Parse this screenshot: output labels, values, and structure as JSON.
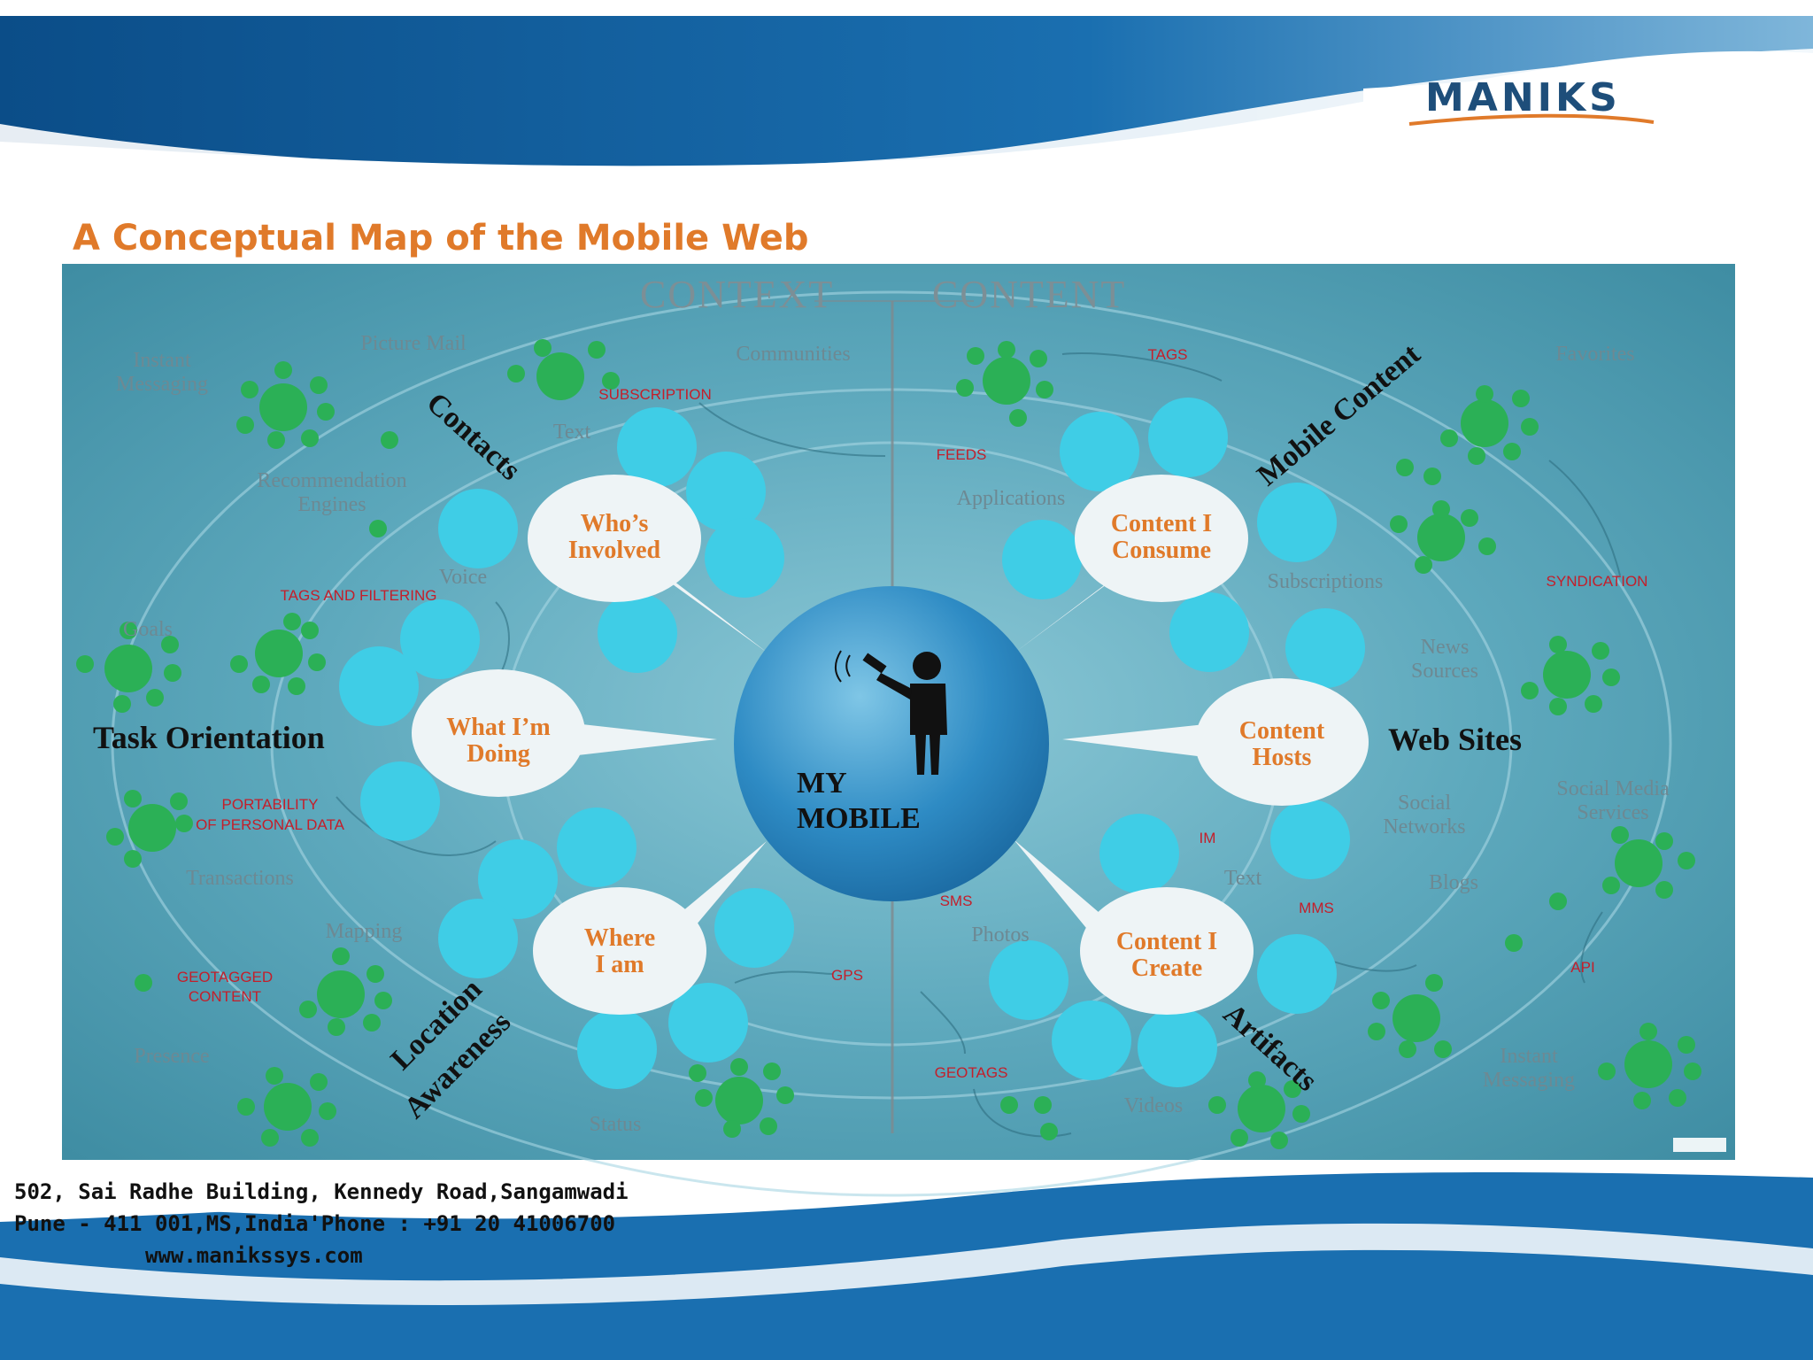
{
  "brand": {
    "logo": "MANIKS"
  },
  "slide_title": "A Conceptual Map of the Mobile Web",
  "diagram": {
    "half_labels": {
      "left": "CONTEXT",
      "right": "CONTENT"
    },
    "center": {
      "line1": "MY",
      "line2": "MOBILE"
    },
    "bubbles": {
      "whos_involved": [
        "Who’s",
        "Involved"
      ],
      "what_doing": [
        "What I’m",
        "Doing"
      ],
      "where_i_am": [
        "Where",
        "I am"
      ],
      "content_consume": [
        "Content I",
        "Consume"
      ],
      "content_hosts": [
        "Content",
        "Hosts"
      ],
      "content_create": [
        "Content I",
        "Create"
      ]
    },
    "categories": {
      "contacts": "Contacts",
      "task_orientation": "Task Orientation",
      "location_awareness": [
        "Location",
        "Awareness"
      ],
      "mobile_content": "Mobile Content",
      "web_sites": "Web Sites",
      "artifacts": "Artifacts"
    },
    "grey_labels": {
      "instant_messaging_left": [
        "Instant",
        "Messaging"
      ],
      "picture_mail": "Picture Mail",
      "communities": "Communities",
      "text_top": "Text",
      "recommendation_engines": [
        "Recommendation",
        "Engines"
      ],
      "voice": "Voice",
      "goals": "Goals",
      "transactions": "Transactions",
      "mapping": "Mapping",
      "presence": "Presence",
      "status": "Status",
      "favorites": "Favorites",
      "applications": "Applications",
      "subscriptions": "Subscriptions",
      "news_sources": [
        "News",
        "Sources"
      ],
      "social_networks": [
        "Social",
        "Networks"
      ],
      "social_media_services": [
        "Social Media",
        "Services"
      ],
      "blogs": "Blogs",
      "text_bottom": "Text",
      "photos": "Photos",
      "videos": "Videos",
      "instant_messaging_right": [
        "Instant",
        "Messaging"
      ]
    },
    "red_labels": {
      "subscription": "SUBSCRIPTION",
      "tags_and_filtering": "TAGS AND FILTERING",
      "portability": [
        "PORTABILITY",
        "OF PERSONAL DATA"
      ],
      "geotagged_content": [
        "GEOTAGGED",
        "CONTENT"
      ],
      "gps": "GPS",
      "tags": "TAGS",
      "feeds": "FEEDS",
      "syndication": "SYNDICATION",
      "im": "IM",
      "sms": "SMS",
      "mms": "MMS",
      "api": "API",
      "geotags": "GEOTAGS"
    }
  },
  "footer": {
    "line1": "502, Sai Radhe Building, Kennedy Road,Sangamwadi",
    "line2": "Pune - 411 001,MS,India'Phone : +91 20 41006700",
    "line3": "www.manikssys.com"
  },
  "colors": {
    "title": "#e07a2a",
    "panel": "#4f9db0",
    "cyan_bubble": "#3fcde6",
    "green_cluster": "#2bb056",
    "red_label": "#c41e2a",
    "grey_label": "#6d8993",
    "brand_blue": "#1e4e7a"
  }
}
